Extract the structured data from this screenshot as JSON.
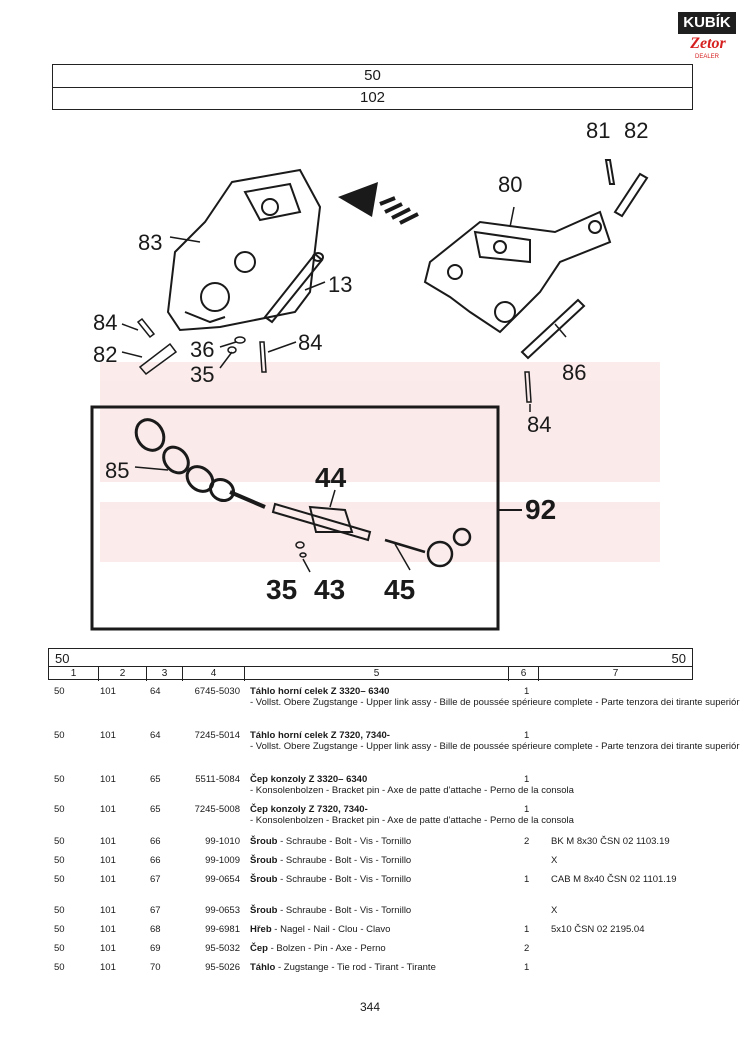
{
  "logo": {
    "brand": "KUBÍK",
    "sub": "Zetor",
    "dealer": "DEALER"
  },
  "header": {
    "group": "50",
    "subgroup": "102"
  },
  "diagram": {
    "callouts": {
      "c81": "81",
      "c82a": "82",
      "c80": "80",
      "c83": "83",
      "c13": "13",
      "c84a": "84",
      "c82b": "82",
      "c36": "36",
      "c35a": "35",
      "c84b": "84",
      "c86": "86",
      "c84c": "84",
      "c85": "85",
      "c44": "44",
      "c92": "92",
      "c35b": "35",
      "c43": "43",
      "c45": "45"
    }
  },
  "table": {
    "section_left": "50",
    "section_right": "50",
    "columns": [
      "1",
      "2",
      "3",
      "4",
      "5",
      "6",
      "7"
    ],
    "rows": [
      {
        "c1": "50",
        "c2": "101",
        "c3": "64",
        "c4": "6745-5030",
        "name": "Táhlo horní celek Z 3320– 6340",
        "desc": " - Vollst. Obere Zugstange - Upper link assy - Bille de poussée spérieure complete - Parte tenzora dei tirante superiór",
        "qty": "1",
        "note": ""
      },
      {
        "c1": "50",
        "c2": "101",
        "c3": "64",
        "c4": "7245-5014",
        "name": "Táhlo horní celek Z 7320, 7340-",
        "desc": "- Vollst. Obere Zugstange - Upper link assy - Bille de poussée spérieure complete - Parte tenzora dei tirante superiór",
        "qty": "1",
        "note": ""
      },
      {
        "c1": "50",
        "c2": "101",
        "c3": "65",
        "c4": "5511-5084",
        "name": "Čep konzoly Z 3320– 6340",
        "desc": " - Konsolenbolzen - Bracket pin - Axe de patte d'attache - Perno de la consola",
        "qty": "1",
        "note": ""
      },
      {
        "c1": "50",
        "c2": "101",
        "c3": "65",
        "c4": "7245-5008",
        "name": "Čep konzoly Z 7320, 7340-",
        "desc": " - Konsolenbolzen - Bracket pin - Axe de patte d'attache - Perno de la consola",
        "qty": "1",
        "note": ""
      },
      {
        "c1": "50",
        "c2": "101",
        "c3": "66",
        "c4": "99-1010",
        "name": "Šroub",
        "desc": " - Schraube - Bolt - Vis - Tornillo",
        "qty": "2",
        "note": "BK M 8x30 ČSN 02 1103.19"
      },
      {
        "c1": "50",
        "c2": "101",
        "c3": "66",
        "c4": "99-1009",
        "name": "Šroub",
        "desc": " - Schraube - Bolt - Vis - Tornillo",
        "qty": "",
        "note": "X"
      },
      {
        "c1": "50",
        "c2": "101",
        "c3": "67",
        "c4": "99-0654",
        "name": "Šroub",
        "desc": " - Schraube - Bolt - Vis - Tornillo",
        "qty": "1",
        "note": "CAB  M 8x40 ČSN 02 1101.19"
      },
      {
        "c1": "50",
        "c2": "101",
        "c3": "67",
        "c4": "99-0653",
        "name": "Šroub",
        "desc": " - Schraube - Bolt - Vis - Tornillo",
        "qty": "",
        "note": "X"
      },
      {
        "c1": "50",
        "c2": "101",
        "c3": "68",
        "c4": "99-6981",
        "name": "Hřeb",
        "desc": " - Nagel - Nail - Clou - Clavo",
        "qty": "1",
        "note": "5x10 ČSN 02 2195.04"
      },
      {
        "c1": "50",
        "c2": "101",
        "c3": "69",
        "c4": "95-5032",
        "name": "Čep",
        "desc": " - Bolzen - Pin - Axe - Perno",
        "qty": "2",
        "note": ""
      },
      {
        "c1": "50",
        "c2": "101",
        "c3": "70",
        "c4": "95-5026",
        "name": "Táhlo",
        "desc": " - Zugstange - Tie rod - Tirant - Tirante",
        "qty": "1",
        "note": ""
      }
    ]
  },
  "page_number": "344"
}
